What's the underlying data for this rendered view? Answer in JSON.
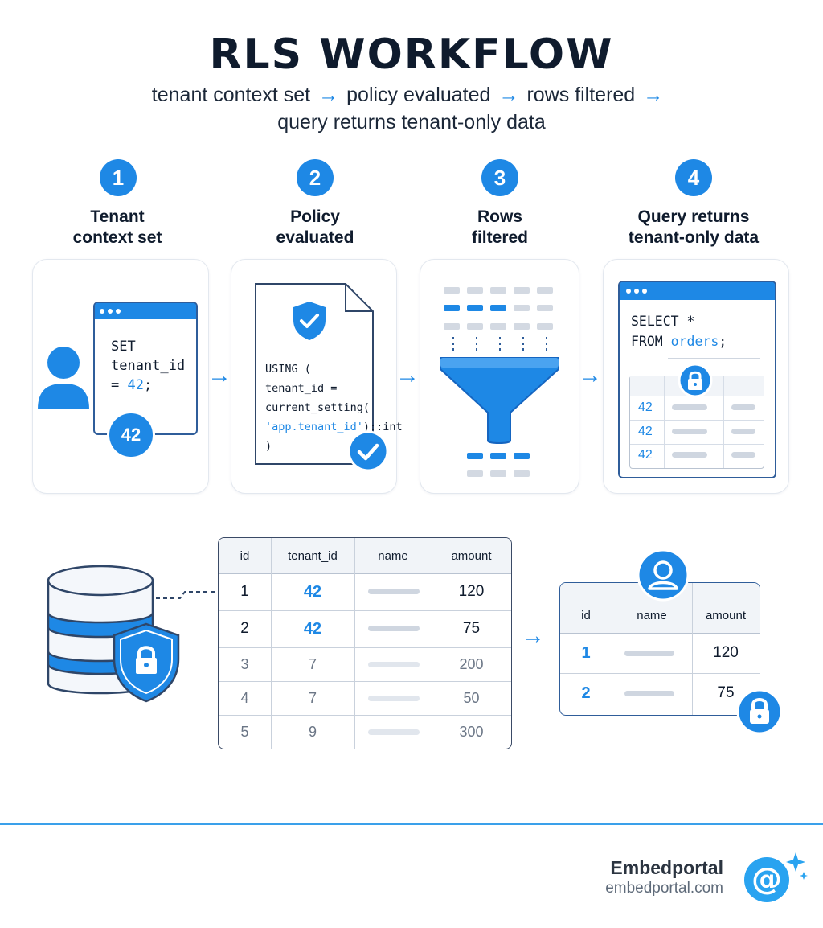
{
  "header": {
    "title": "RLS WORKFLOW",
    "subtitle_parts": [
      "tenant context set",
      "policy evaluated",
      "rows filtered",
      "query returns tenant-only data"
    ],
    "arrow": "→"
  },
  "steps": [
    {
      "num": "1",
      "label_line1": "Tenant",
      "label_line2": "context set"
    },
    {
      "num": "2",
      "label_line1": "Policy",
      "label_line2": "evaluated"
    },
    {
      "num": "3",
      "label_line1": "Rows",
      "label_line2": "filtered"
    },
    {
      "num": "4",
      "label_line1": "Query returns",
      "label_line2": "tenant-only data"
    }
  ],
  "step1": {
    "code_line1": "SET",
    "code_line2": "tenant_id",
    "code_line3_prefix": "= ",
    "code_value": "42",
    "code_line3_suffix": ";",
    "badge": "42"
  },
  "step2": {
    "code_line1": "USING (",
    "code_line2": "tenant_id =",
    "code_line3": "current_setting(",
    "code_line4_str": "'app.tenant_id'",
    "code_line4_suffix": ")::int",
    "code_line5": ")"
  },
  "step4": {
    "code_line1": "SELECT *",
    "code_line2_prefix": "FROM ",
    "code_table": "orders",
    "code_line2_suffix": ";",
    "rows": [
      "42",
      "42",
      "42"
    ]
  },
  "source_table": {
    "headers": [
      "id",
      "tenant_id",
      "name",
      "amount"
    ],
    "rows": [
      {
        "id": "1",
        "tenant_id": "42",
        "amount": "120",
        "highlight": true
      },
      {
        "id": "2",
        "tenant_id": "42",
        "amount": "75",
        "highlight": true
      },
      {
        "id": "3",
        "tenant_id": "7",
        "amount": "200",
        "highlight": false
      },
      {
        "id": "4",
        "tenant_id": "7",
        "amount": "50",
        "highlight": false
      },
      {
        "id": "5",
        "tenant_id": "9",
        "amount": "300",
        "highlight": false
      }
    ]
  },
  "result_table": {
    "headers": [
      "id",
      "name",
      "amount"
    ],
    "rows": [
      {
        "id": "1",
        "amount": "120"
      },
      {
        "id": "2",
        "amount": "75"
      }
    ]
  },
  "footer": {
    "brand": "Embedportal",
    "url": "embedportal.com"
  },
  "colors": {
    "accent": "#1e88e5",
    "dark": "#0f1b2d",
    "muted": "#cfd6e0"
  }
}
